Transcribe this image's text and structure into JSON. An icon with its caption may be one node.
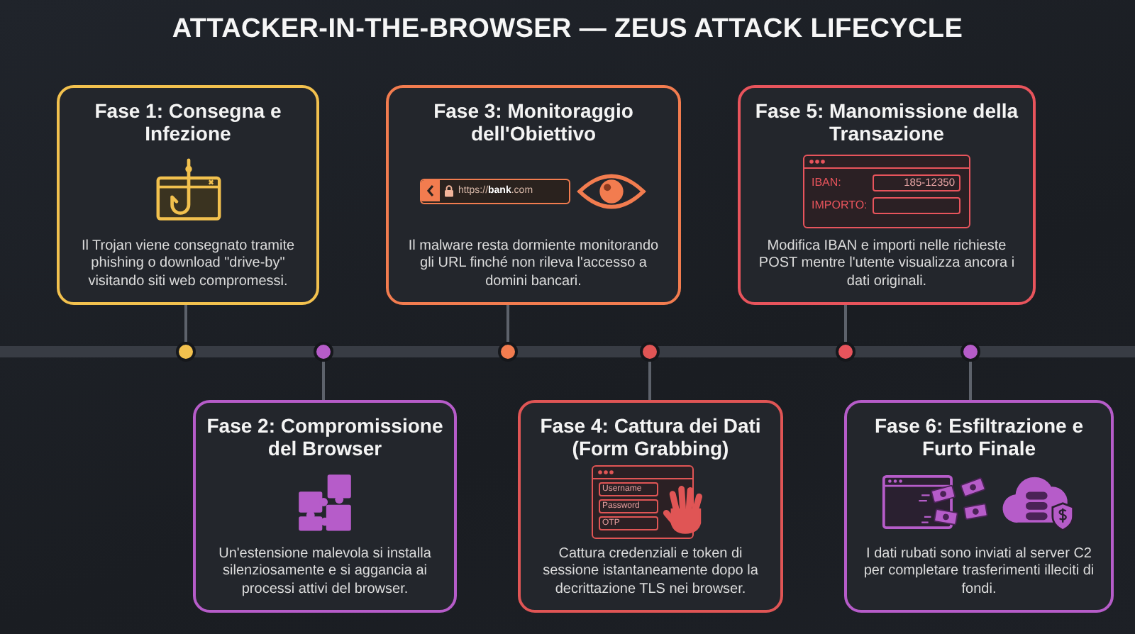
{
  "diagram": {
    "title": "ATTACKER-IN-THE-BROWSER — ZEUS ATTACK LIFECYCLE",
    "nodes": [
      {
        "text": [
          "Fase 1: Consegna e Infezione",
          "Il Trojan viene consegnato tramite phishing o download \"drive-by\" visitando siti web compromessi."
        ]
      },
      {
        "text": [
          "Fase 2: Compromissione del Browser",
          "Un'estensione malevola si installa silenziosamente e si aggancia ai processi attivi del browser."
        ]
      },
      {
        "text": [
          "Fase 3: Monitoraggio dell'Obiettivo",
          "https://**bank**.com",
          "Il malware resta dormiente monitorando gli URL finché non rileva l'accesso a domini bancari."
        ]
      },
      {
        "text": [
          "Fase 4: Cattura dei Dati (Form Grabbing)",
          "Username",
          "Password",
          "OTP",
          "Cattura credenziali e token di sessione istantaneamente dopo la decrittazione TLS nei browser."
        ]
      },
      {
        "text": [
          "Fase 5: Manomissione della Transazione",
          "IBAN:",
          "185-12350",
          "IMPORTO:",
          "Modifica IBAN e importi nelle richieste POST mentre l'utente visualizza ancora i dati originali."
        ]
      },
      {
        "text": [
          "Fase 6: Esfiltrazione e Furto Finale",
          "I dati rubati sono inviati al server C2 per completare trasferimenti illeciti di fondi."
        ]
      },
      {
        "text": [],
        "shape": "circle"
      },
      {
        "text": [],
        "shape": "circle"
      },
      {
        "text": [],
        "shape": "circle"
      },
      {
        "text": [],
        "shape": "circle"
      },
      {
        "text": [],
        "shape": "circle"
      },
      {
        "text": [],
        "shape": "circle"
      }
    ],
    "edges": [
      {
        "from": 0,
        "to": 6,
        "arrow": "none"
      },
      {
        "from": 1,
        "to": 7,
        "arrow": "none"
      },
      {
        "from": 2,
        "to": 8,
        "arrow": "none"
      },
      {
        "from": 3,
        "to": 9,
        "arrow": "none"
      },
      {
        "from": 4,
        "to": 10,
        "arrow": "none"
      },
      {
        "from": 5,
        "to": 11,
        "arrow": "none"
      }
    ]
  }
}
